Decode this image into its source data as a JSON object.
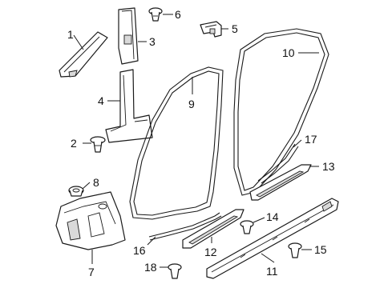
{
  "callouts": [
    {
      "id": "c1",
      "text": "1"
    },
    {
      "id": "c2",
      "text": "2"
    },
    {
      "id": "c3",
      "text": "3"
    },
    {
      "id": "c4",
      "text": "4"
    },
    {
      "id": "c5",
      "text": "5"
    },
    {
      "id": "c6",
      "text": "6"
    },
    {
      "id": "c7",
      "text": "7"
    },
    {
      "id": "c8",
      "text": "8"
    },
    {
      "id": "c9",
      "text": "9"
    },
    {
      "id": "c10",
      "text": "10"
    },
    {
      "id": "c11",
      "text": "11"
    },
    {
      "id": "c12",
      "text": "12"
    },
    {
      "id": "c13",
      "text": "13"
    },
    {
      "id": "c14",
      "text": "14"
    },
    {
      "id": "c15",
      "text": "15"
    },
    {
      "id": "c16",
      "text": "16"
    },
    {
      "id": "c17",
      "text": "17"
    },
    {
      "id": "c18",
      "text": "18"
    }
  ],
  "colors": {
    "line": "#1a1a1a",
    "background": "#ffffff",
    "shade": "#d9d9d9"
  }
}
